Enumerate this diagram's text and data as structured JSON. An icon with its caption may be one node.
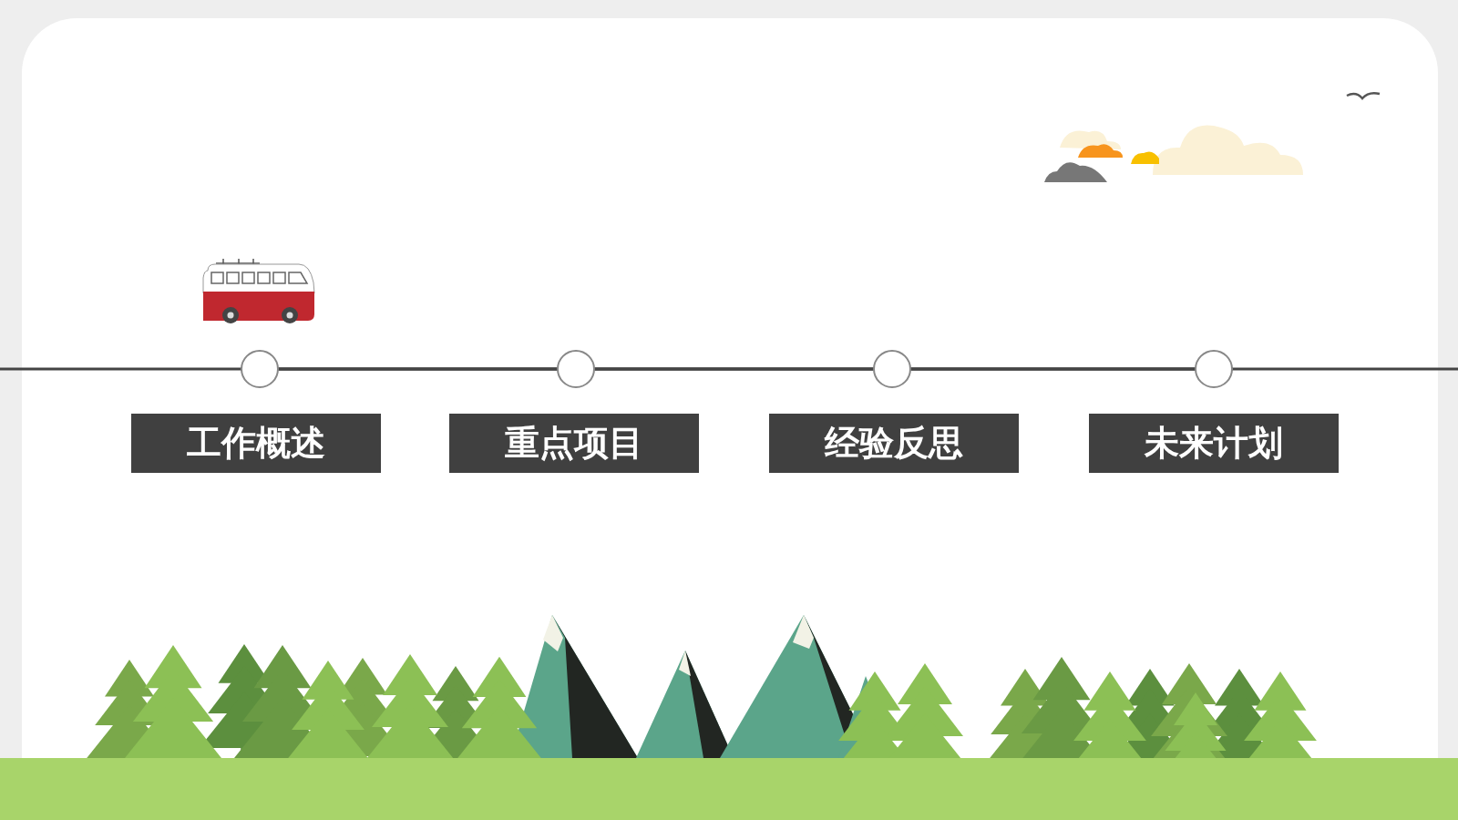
{
  "diagram": {
    "nodes": [
      {
        "text": [],
        "shape": "circle"
      },
      {
        "text": [],
        "shape": "circle"
      },
      {
        "text": [],
        "shape": "circle"
      },
      {
        "text": [],
        "shape": "circle"
      },
      {
        "text": [
          "工作概述"
        ]
      },
      {
        "text": [
          "重点项目"
        ]
      },
      {
        "text": [
          "经验反思"
        ]
      },
      {
        "text": [
          "未来计划"
        ]
      }
    ],
    "edges": [
      {
        "from": null,
        "to": 0,
        "arrow": "none"
      },
      {
        "from": 0,
        "to": 1,
        "arrow": "none"
      },
      {
        "from": 1,
        "to": 2,
        "arrow": "none"
      },
      {
        "from": 2,
        "to": 3,
        "arrow": "none"
      },
      {
        "from": 3,
        "to": null,
        "arrow": "none"
      }
    ]
  }
}
